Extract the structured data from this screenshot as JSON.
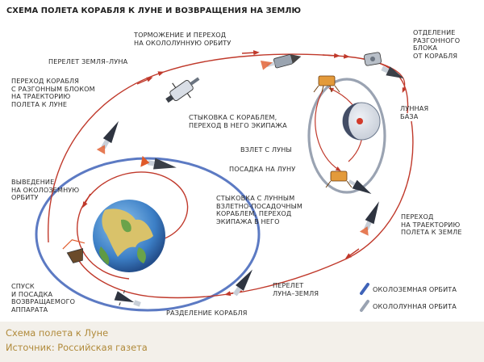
{
  "title": "СХЕМА ПОЛЕТА КОРАБЛЯ К ЛУНЕ И ВОЗВРАЩЕНИЯ НА ЗЕМЛЮ",
  "labels": {
    "braking": "ТОРМОЖЕНИЕ И ПЕРЕХОД\nНА ОКОЛОЛУННУЮ ОРБИТУ",
    "separation_booster": "ОТДЕЛЕНИЕ\nРАЗГОННОГО\nБЛОКА\nОТ КОРАБЛЯ",
    "earth_moon_flight": "ПЕРЕЛЕТ ЗЕМЛЯ–ЛУНА",
    "transfer_to_moon": "ПЕРЕХОД КОРАБЛЯ\nС РАЗГОННЫМ БЛОКОМ\nНА ТРАЕКТОРИЮ\nПОЛЕТА К ЛУНЕ",
    "lunar_base": "ЛУННАЯ\nБАЗА",
    "docking_crew_transfer": "СТЫКОВКА С КОРАБЛЕМ,\nПЕРЕХОД В НЕГО ЭКИПАЖА",
    "launch_from_moon": "ВЗЛЕТ С ЛУНЫ",
    "landing_on_moon": "ПОСАДКА НА ЛУНУ",
    "orbit_insertion": "ВЫВЕДЕНИЕ\nНА ОКОЛОЗЕМНУЮ\nОРБИТУ",
    "docking_lander": "СТЫКОВКА С ЛУННЫМ\nВЗЛЕТНО-ПОСАДОЧНЫМ\nКОРАБЛЕМ, ПЕРЕХОД\nЭКИПАЖА В НЕГО",
    "transfer_to_earth": "ПЕРЕХОД\nНА ТРАЕКТОРИЮ\nПОЛЕТА К ЗЕМЛЕ",
    "descent_landing": "СПУСК\nИ ПОСАДКА\nВОЗВРАЩАЕМОГО\nАППАРАТА",
    "moon_earth_flight": "ПЕРЕЛЕТ\nЛУНА–ЗЕМЛЯ",
    "ship_separation": "РАЗДЕЛЕНИЕ КОРАБЛЯ"
  },
  "legend": [
    {
      "label": "ОКОЛОЗЕМНАЯ ОРБИТА",
      "color": "#3f63b8"
    },
    {
      "label": "ОКОЛОЛУННАЯ ОРБИТА",
      "color": "#9aa3b2"
    }
  ],
  "colors": {
    "trajectory": "#c0392b",
    "earth_orbit": "#3f63b8",
    "moon_orbit": "#9aa3b2",
    "caption": "#b08a3a"
  },
  "caption": {
    "line1": "Схема полета к Луне",
    "line2": "Источник: Российская газета"
  }
}
